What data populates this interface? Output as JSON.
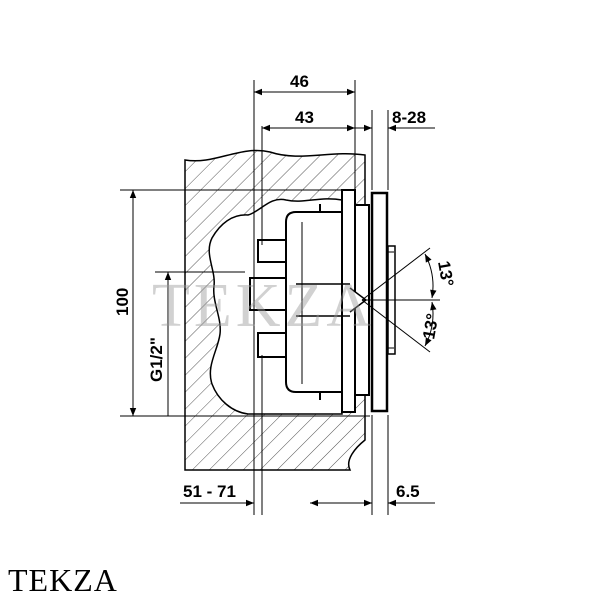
{
  "dimensions": {
    "width_total": "46",
    "width_body": "43",
    "cover_range": "8-28",
    "height": "100",
    "thread": "G1/2\"",
    "depth_range": "51 - 71",
    "cover_thickness": "6.5",
    "angle_upper": "13°",
    "angle_lower": "13°"
  },
  "watermark": "TEKZA",
  "brand": "TEKZA"
}
